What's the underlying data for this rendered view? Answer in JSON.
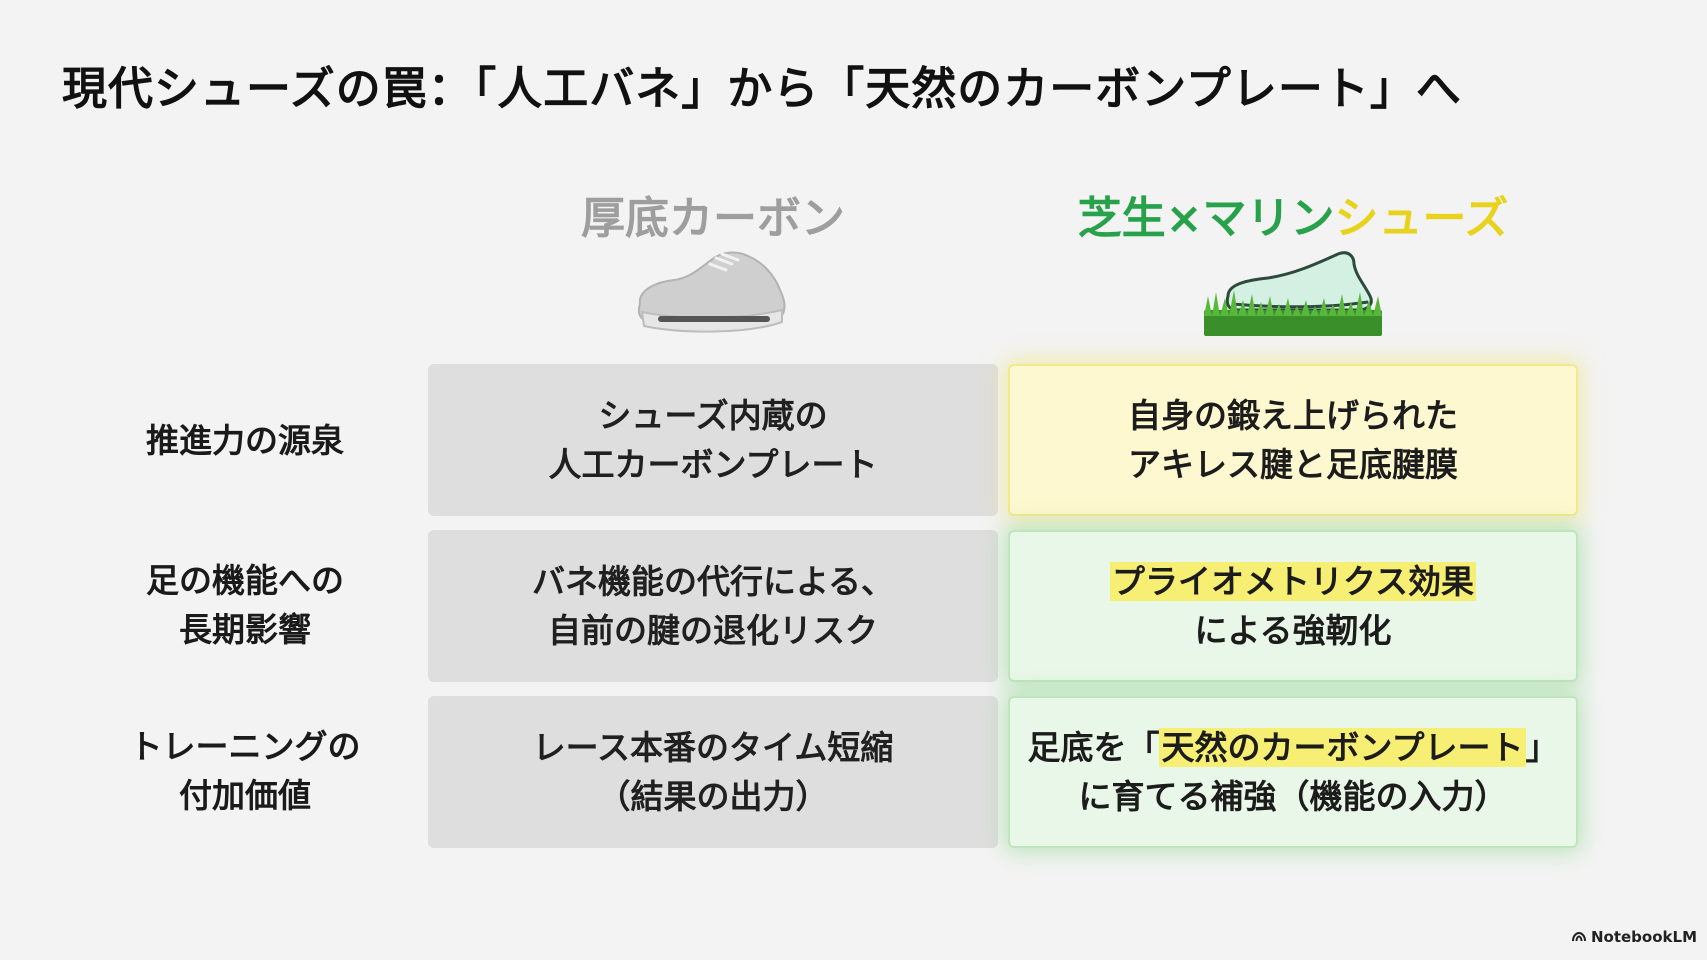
{
  "title": "現代シューズの罠：「人工バネ」から「天然のカーボンプレート」へ",
  "columns": {
    "left": {
      "heading": "厚底カーボン",
      "icon": "carbon-shoe-icon"
    },
    "right": {
      "heading_part1": "芝生×マリン",
      "heading_part2": "シューズ",
      "icon": "marine-shoe-on-grass-icon"
    }
  },
  "rows": [
    {
      "label": [
        "推進力の源泉"
      ],
      "left": [
        "シューズ内蔵の",
        "人工カーボンプレート"
      ],
      "right": {
        "line1": "自身の鍛え上げられた",
        "line2": "アキレス腱と足底腱膜"
      }
    },
    {
      "label": [
        "足の機能への",
        "長期影響"
      ],
      "left": [
        "バネ機能の代行による、",
        "自前の腱の退化リスク"
      ],
      "right": {
        "line1_highlight": "プライオメトリクス効果",
        "line2": "による強靭化"
      }
    },
    {
      "label": [
        "トレーニングの",
        "付加価値"
      ],
      "left": [
        "レース本番のタイム短縮",
        "（結果の出力）"
      ],
      "right": {
        "line1_pre": "足底を「",
        "line1_highlight": "天然のカーボンプレート",
        "line1_post": "」",
        "line2": "に育てる補強（機能の入力）"
      }
    }
  ],
  "brand": "NotebookLM",
  "colors": {
    "green": "#27a24a",
    "yellow": "#e8d21c",
    "grey_heading": "#9e9e9e",
    "highlight": "#f6ef74",
    "left_cell_bg": "#dedede"
  }
}
